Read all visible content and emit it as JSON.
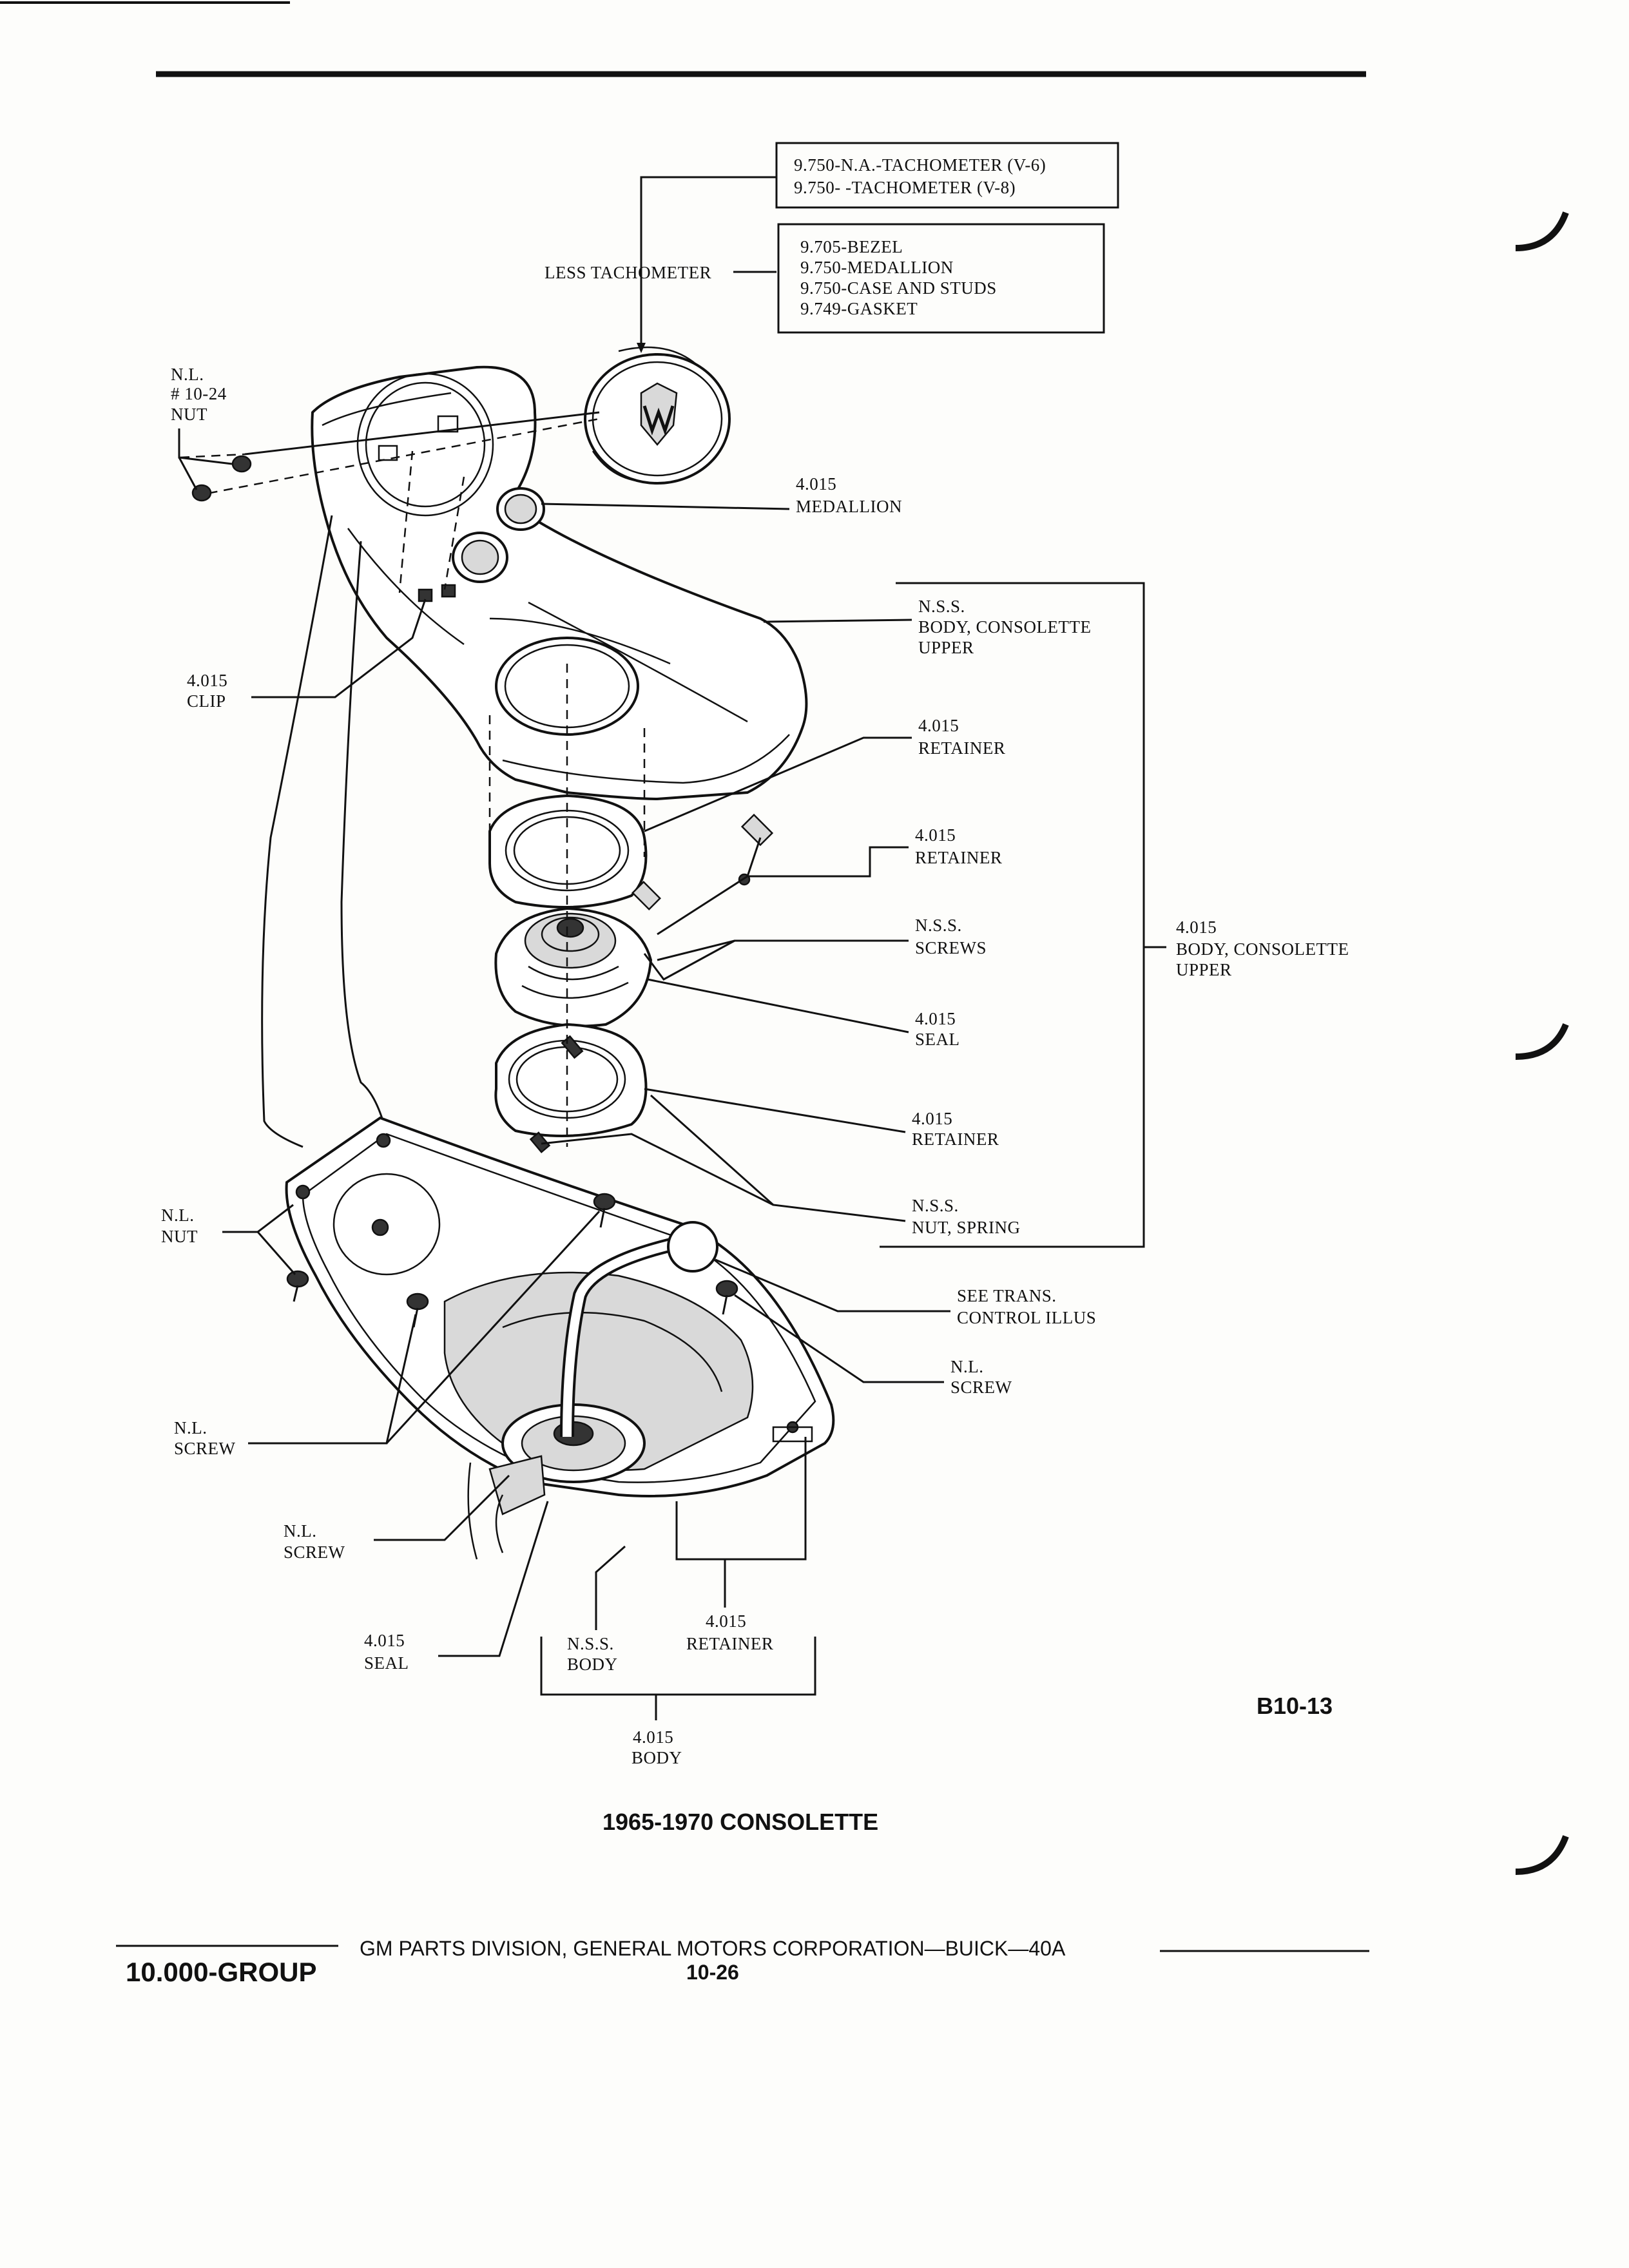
{
  "diagram": {
    "tach_box": [
      "9.750-N.A.-TACHOMETER (V-6)",
      "9.750-      -TACHOMETER (V-8)"
    ],
    "less_tach_label": "LESS TACHOMETER",
    "less_tach_box": [
      "9.705-BEZEL",
      "9.750-MEDALLION",
      "9.750-CASE AND STUDS",
      "9.749-GASKET"
    ],
    "callouts": {
      "nut_top": [
        "N.L.",
        "# 10-24",
        "NUT"
      ],
      "medallion": [
        "4.015",
        "MEDALLION"
      ],
      "body_upper": [
        "N.S.S.",
        "BODY, CONSOLETTE",
        "UPPER"
      ],
      "clip": [
        "4.015",
        "CLIP"
      ],
      "retainer_1": [
        "4.015",
        "RETAINER"
      ],
      "retainer_2": [
        "4.015",
        "RETAINER"
      ],
      "screws": [
        "N.S.S.",
        "SCREWS"
      ],
      "body_upper_group": [
        "4.015",
        "BODY, CONSOLETTE",
        "UPPER"
      ],
      "seal_mid": [
        "4.015",
        "SEAL"
      ],
      "retainer_3": [
        "4.015",
        "RETAINER"
      ],
      "nut_spring": [
        "N.S.S.",
        "NUT, SPRING"
      ],
      "nut_lower": [
        "N.L.",
        "NUT"
      ],
      "trans_control": [
        "SEE TRANS.",
        "CONTROL ILLUS"
      ],
      "screw_right": [
        "N.L.",
        "SCREW"
      ],
      "screw_left": [
        "N.L.",
        "SCREW"
      ],
      "screw_lower": [
        "N.L.",
        "SCREW"
      ],
      "retainer_bottom": [
        "4.015",
        "RETAINER"
      ],
      "seal_bottom": [
        "4.015",
        "SEAL"
      ],
      "body_nss": [
        "N.S.S.",
        "BODY"
      ],
      "body_group": [
        "4.015",
        "BODY"
      ]
    },
    "figure_code": "B10-13",
    "caption": "1965-1970 CONSOLETTE"
  },
  "footer": {
    "group": "10.000-GROUP",
    "division": "GM PARTS DIVISION,  GENERAL MOTORS CORPORATION—BUICK—40A",
    "page_number": "10-26"
  }
}
